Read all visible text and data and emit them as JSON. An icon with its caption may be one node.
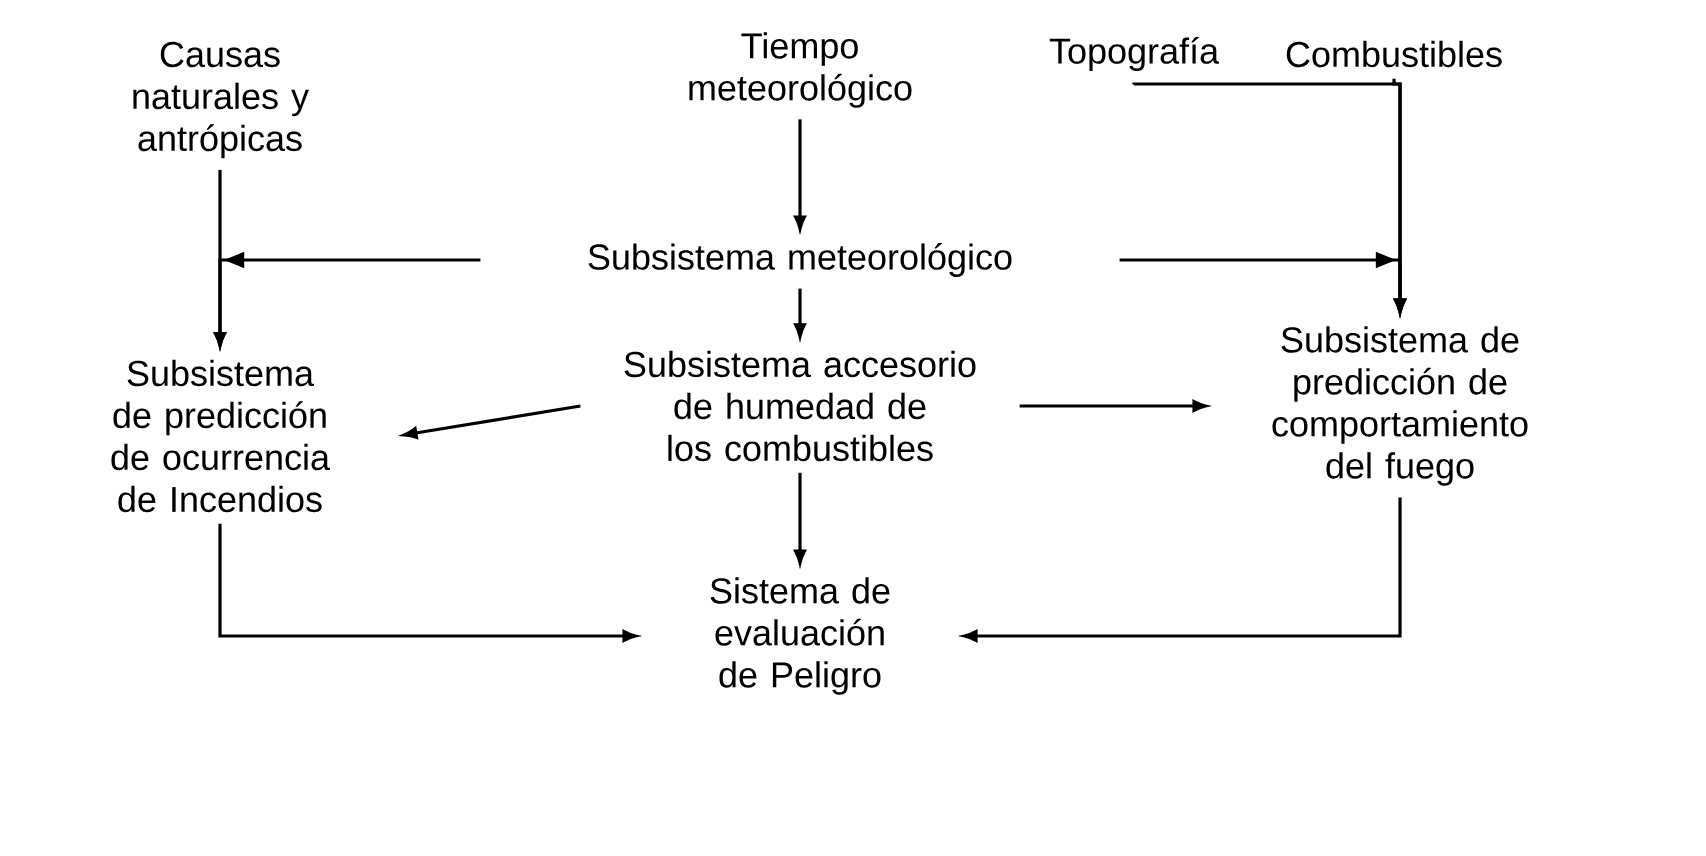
{
  "diagram": {
    "nodes": [
      {
        "text": [
          "Causas naturales y antrópicas"
        ]
      },
      {
        "text": [
          "Tiempo meteorológico"
        ]
      },
      {
        "text": [
          "Topografía"
        ]
      },
      {
        "text": [
          "Combustibles"
        ]
      },
      {
        "text": [
          "Subsistema meteorológico"
        ]
      },
      {
        "text": [
          "Subsistema de predicción de ocurrencia de Incendios"
        ]
      },
      {
        "text": [
          "Subsistema accesorio de humedad de los combustibles"
        ]
      },
      {
        "text": [
          "Subsistema de predicción de comportamiento del fuego"
        ]
      },
      {
        "text": [
          "Sistema de evaluación de Peligro"
        ]
      }
    ],
    "edges": [
      {
        "from": 0,
        "to": 5,
        "arrow": "to"
      },
      {
        "from": 1,
        "to": 4,
        "arrow": "to"
      },
      {
        "from": 2,
        "to": 7,
        "arrow": "to"
      },
      {
        "from": 3,
        "to": 7,
        "arrow": "to"
      },
      {
        "from": 4,
        "to": 5,
        "arrow": "to"
      },
      {
        "from": 4,
        "to": 7,
        "arrow": "to"
      },
      {
        "from": 4,
        "to": 6,
        "arrow": "to"
      },
      {
        "from": 6,
        "to": 5,
        "arrow": "to"
      },
      {
        "from": 6,
        "to": 7,
        "arrow": "to"
      },
      {
        "from": 6,
        "to": 8,
        "arrow": "to"
      },
      {
        "from": 5,
        "to": 8,
        "arrow": "to"
      },
      {
        "from": 7,
        "to": 8,
        "arrow": "to"
      }
    ]
  }
}
